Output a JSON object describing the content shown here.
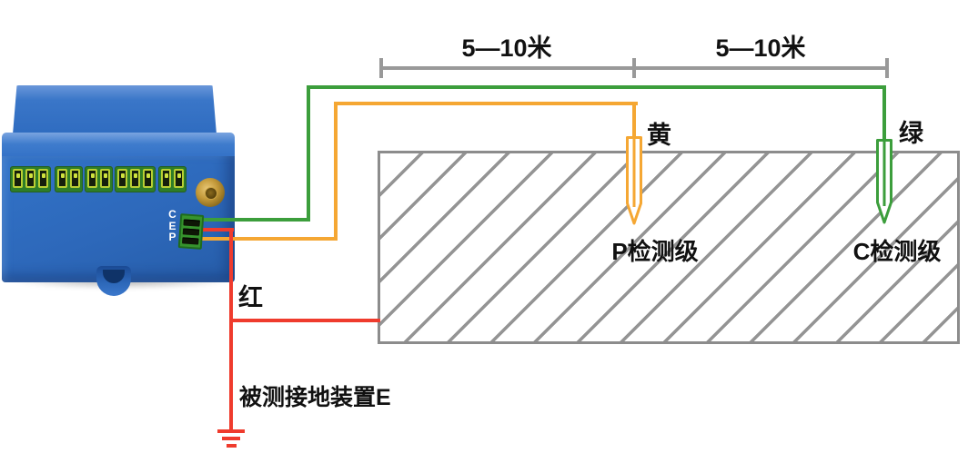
{
  "diagram": {
    "ruler": {
      "segment1": "5—10米",
      "segment2": "5—10米"
    },
    "device": {
      "terminals": [
        "C",
        "E",
        "P"
      ]
    },
    "wires": {
      "yellow_label": "黄",
      "green_label": "绿",
      "red_label": "红"
    },
    "probes": {
      "p_label": "P检测级",
      "c_label": "C检测级"
    },
    "ground_label": "被测接地装置E",
    "colors": {
      "wire_green": "#3C9E3C",
      "wire_orange": "#F5A733",
      "wire_red": "#EF3B2D",
      "ruler_gray": "#999999",
      "hatch_gray": "#949494",
      "ground_border_gray": "#8C8C8C",
      "device_blue": "#2E6CC0",
      "terminal_green": "#36932D",
      "terminal_lime": "#B9CF33",
      "antenna_gold": "#C49A3A",
      "text_black": "#111111"
    }
  }
}
